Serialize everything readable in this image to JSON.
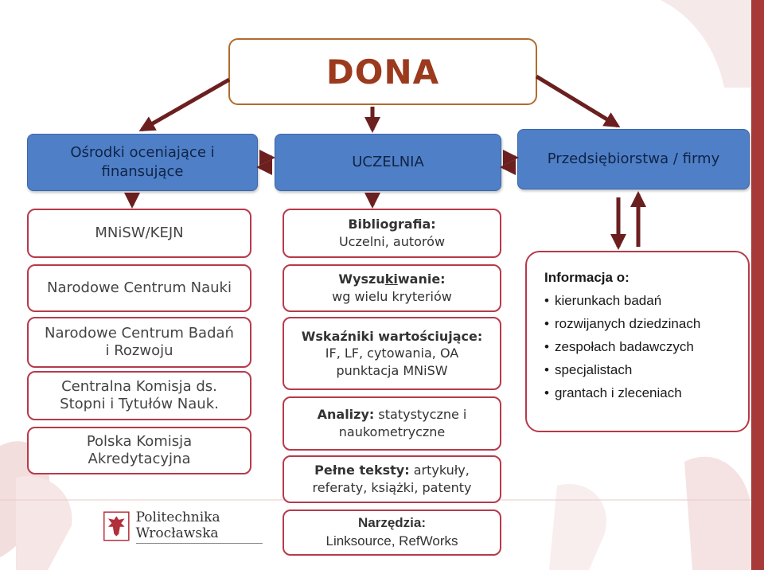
{
  "title": "DONA",
  "top_row": {
    "left": "Ośrodki oceniające i finansujące",
    "center": "UCZELNIA",
    "right": "Przedsiębiorstwa / firmy"
  },
  "left_column": [
    "MNiSW/KEJN",
    "Narodowe Centrum Nauki",
    "Narodowe Centrum Badań i Rozwoju",
    "Centralna Komisja ds. Stopni i Tytułów Nauk.",
    "Polska Komisja Akredytacyjna"
  ],
  "center_column": {
    "bibliografia": {
      "title": "Bibliografia:",
      "text": "Uczelni, autorów"
    },
    "wyszukiwanie": {
      "title_pre": "Wyszu",
      "title_underline": "ki",
      "title_post": "wanie:",
      "text": "wg wielu kryteriów"
    },
    "wskazniki": {
      "title": "Wskaźniki wartościujące:",
      "line1": "IF, LF, cytowania, OA",
      "line2": "punktacja MNiSW"
    },
    "analizy": {
      "title": "Analizy:",
      "text_a": "statystyczne i",
      "text_b": "naukometryczne"
    },
    "pelne": {
      "title": "Pełne teksty:",
      "text_a": "artykuły,",
      "text_b": "referaty, książki, patenty"
    },
    "narzedzia": {
      "title": "Narzędzia:",
      "text_pre": "Linksource",
      "text_post": ", RefWorks"
    }
  },
  "info": {
    "title": "Informacja o:",
    "items": [
      "kierunkach badań",
      "rozwijanych dziedzinach",
      "zespołach badawczych",
      "specjalistach",
      "grantach i zleceniach"
    ]
  },
  "logo": {
    "text": "Politechnika Wrocławska"
  },
  "colors": {
    "border": "#b73a4a",
    "blue": "#4f7fc6",
    "arrow": "#6b1f1f",
    "title": "#9b3a1d",
    "frame": "#a73a38"
  }
}
